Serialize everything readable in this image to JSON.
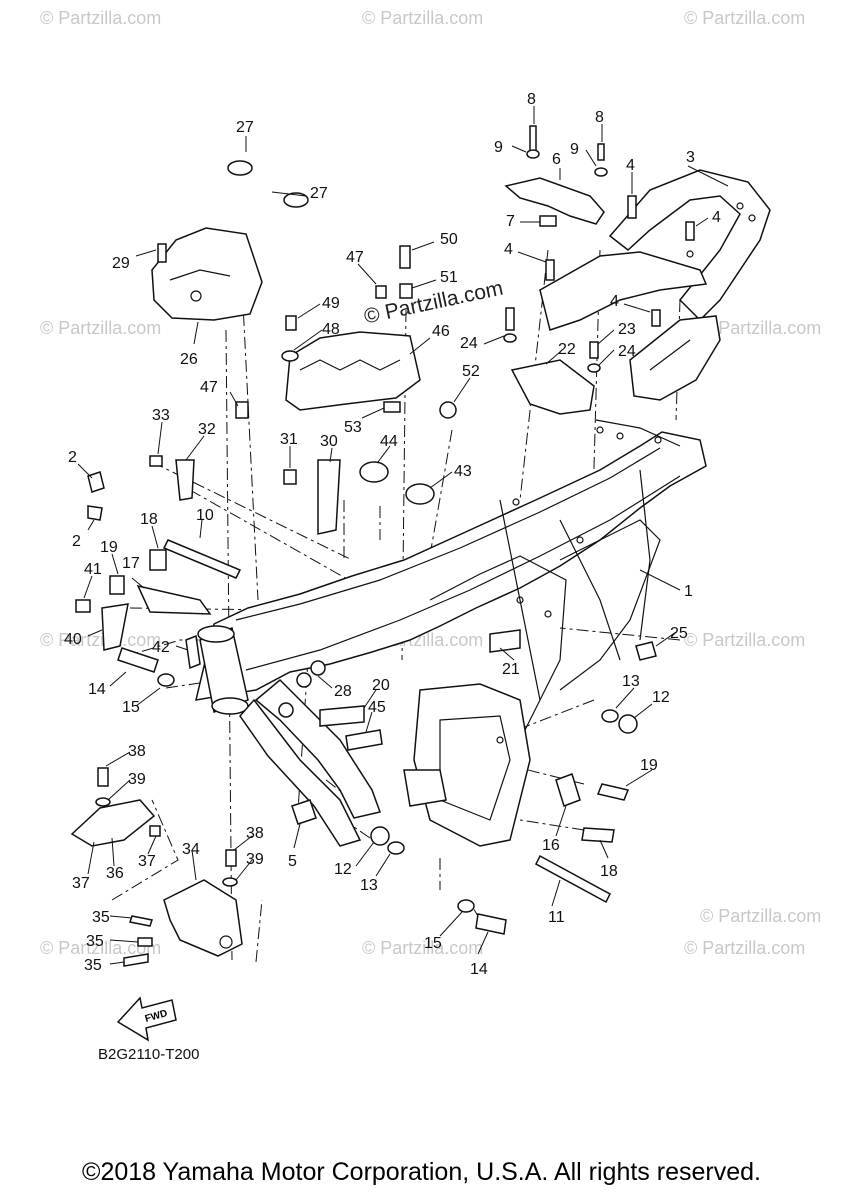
{
  "watermarks": [
    "© Partzilla.com",
    "© Partzilla.com",
    "© Partzilla.com",
    "© Partzilla.com",
    "© Partzilla.com",
    "© Partzilla.com",
    "© Partzilla.com",
    "© Partzilla.com",
    "© Partzilla.com",
    "© Partzilla.com",
    "© Partzilla.com",
    "© Partzilla.com"
  ],
  "center_watermark": "© Partzilla.com",
  "diagram_code": "B2G2110-T200",
  "fwd_label": "FWD",
  "copyright": "©2018 Yamaha Motor Corporation, U.S.A. All rights reserved.",
  "callouts": [
    "27",
    "27",
    "29",
    "26",
    "47",
    "47",
    "50",
    "51",
    "49",
    "48",
    "46",
    "52",
    "53",
    "8",
    "8",
    "9",
    "9",
    "6",
    "7",
    "3",
    "4",
    "4",
    "4",
    "4",
    "24",
    "22",
    "23",
    "24",
    "33",
    "32",
    "2",
    "2",
    "31",
    "30",
    "44",
    "43",
    "18",
    "10",
    "19",
    "17",
    "41",
    "40",
    "42",
    "14",
    "15",
    "28",
    "20",
    "45",
    "21",
    "1",
    "25",
    "13",
    "12",
    "19",
    "16",
    "18",
    "11",
    "38",
    "39",
    "37",
    "36",
    "37",
    "34",
    "38",
    "39",
    "35",
    "35",
    "35",
    "5",
    "12",
    "13",
    "15",
    "14"
  ]
}
